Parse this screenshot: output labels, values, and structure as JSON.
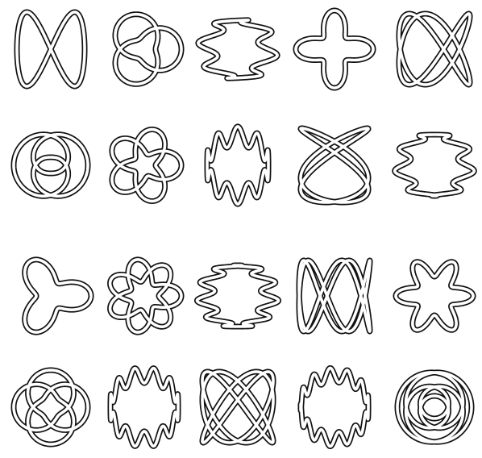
{
  "figure": {
    "background": "#ffffff",
    "rope_color": "#111111",
    "rows": [
      [
        {
          "id": "r1c1",
          "shape": "lissajous-1-2"
        },
        {
          "id": "r1c2",
          "shape": "trefoil"
        },
        {
          "id": "r1c3",
          "shape": "twist-heart"
        },
        {
          "id": "r1c4",
          "shape": "rosette-4"
        },
        {
          "id": "r1c5",
          "shape": "lissajous-2-3"
        }
      ],
      [
        {
          "id": "r2c1",
          "shape": "trefoil-loop"
        },
        {
          "id": "r2c2",
          "shape": "pentafoil"
        },
        {
          "id": "r2c3",
          "shape": "twist-braid"
        },
        {
          "id": "r2c4",
          "shape": "lissajous-3-2"
        },
        {
          "id": "r2c5",
          "shape": "twist-circle"
        }
      ],
      [
        {
          "id": "r3c1",
          "shape": "rosette-3"
        },
        {
          "id": "r3c2",
          "shape": "heptafoil"
        },
        {
          "id": "r3c3",
          "shape": "twist-vertical"
        },
        {
          "id": "r3c4",
          "shape": "lissajous-2-5"
        },
        {
          "id": "r3c5",
          "shape": "rosette-6"
        }
      ],
      [
        {
          "id": "r4c1",
          "shape": "star-heart"
        },
        {
          "id": "r4c2",
          "shape": "twist-horizontal"
        },
        {
          "id": "r4c3",
          "shape": "lissajous-3-4"
        },
        {
          "id": "r4c4",
          "shape": "twist-horizontal-2"
        },
        {
          "id": "r4c5",
          "shape": "star-5"
        }
      ]
    ]
  }
}
